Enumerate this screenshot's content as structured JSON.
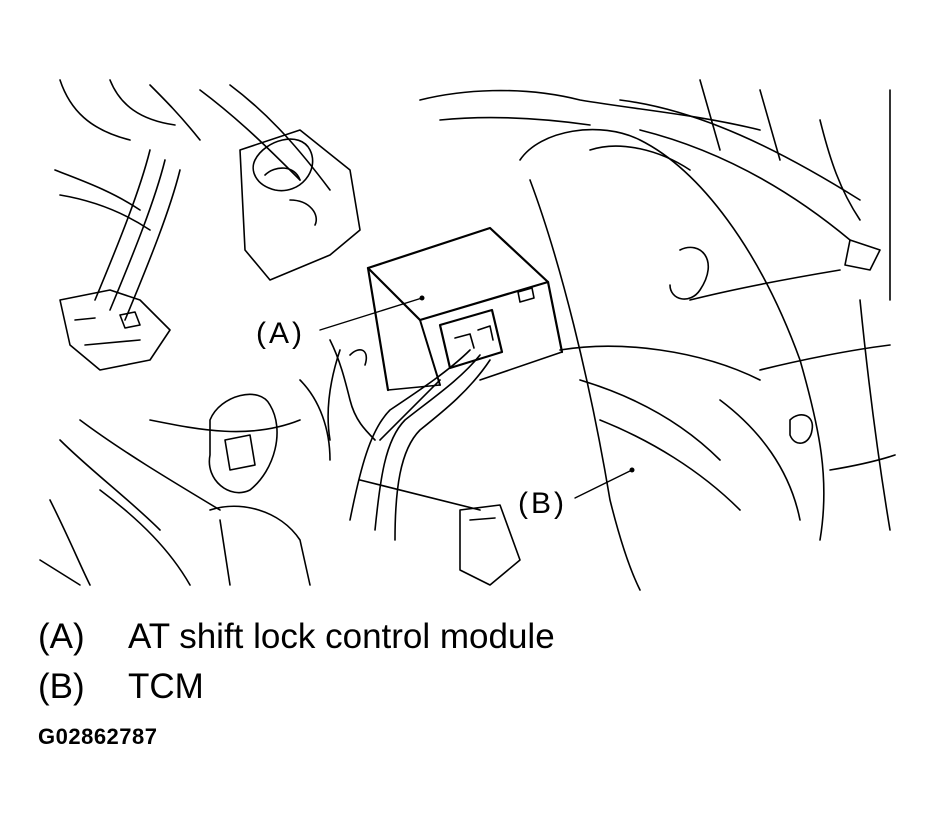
{
  "callouts": {
    "a_label": "(A)",
    "b_label": "(B)"
  },
  "legend": {
    "items": [
      {
        "key": "(A)",
        "text": "AT shift lock control module"
      },
      {
        "key": "(B)",
        "text": "TCM"
      }
    ]
  },
  "figure_id": "G02862787",
  "colors": {
    "line": "#000000",
    "background": "#ffffff"
  }
}
